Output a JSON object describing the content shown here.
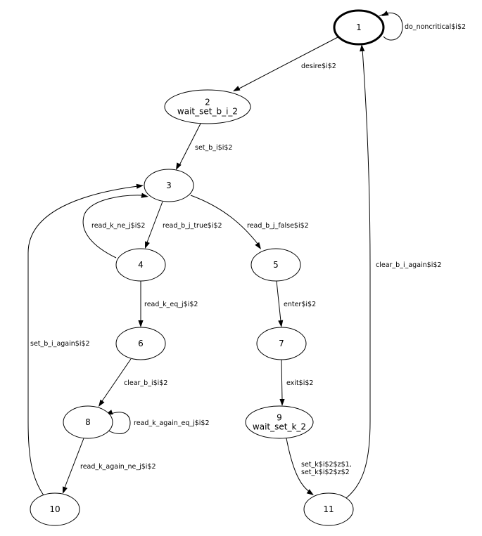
{
  "diagram": {
    "nodes": [
      {
        "id": "1",
        "lines": [
          "1"
        ],
        "initial": true
      },
      {
        "id": "2",
        "lines": [
          "2",
          "wait_set_b_i_2"
        ]
      },
      {
        "id": "3",
        "lines": [
          "3"
        ]
      },
      {
        "id": "4",
        "lines": [
          "4"
        ]
      },
      {
        "id": "5",
        "lines": [
          "5"
        ]
      },
      {
        "id": "6",
        "lines": [
          "6"
        ]
      },
      {
        "id": "7",
        "lines": [
          "7"
        ]
      },
      {
        "id": "8",
        "lines": [
          "8"
        ]
      },
      {
        "id": "9",
        "lines": [
          "9",
          "wait_set_k_2"
        ]
      },
      {
        "id": "10",
        "lines": [
          "10"
        ]
      },
      {
        "id": "11",
        "lines": [
          "11"
        ]
      }
    ],
    "edges": [
      {
        "from": "1",
        "to": "1",
        "label": [
          "do_noncritical$i$2"
        ]
      },
      {
        "from": "1",
        "to": "2",
        "label": [
          "desire$i$2"
        ]
      },
      {
        "from": "2",
        "to": "3",
        "label": [
          "set_b_i$i$2"
        ]
      },
      {
        "from": "3",
        "to": "4",
        "label": [
          "read_b_j_true$i$2"
        ]
      },
      {
        "from": "4",
        "to": "3",
        "label": [
          "read_k_ne_j$i$2"
        ]
      },
      {
        "from": "3",
        "to": "5",
        "label": [
          "read_b_j_false$i$2"
        ]
      },
      {
        "from": "4",
        "to": "6",
        "label": [
          "read_k_eq_j$i$2"
        ]
      },
      {
        "from": "5",
        "to": "7",
        "label": [
          "enter$i$2"
        ]
      },
      {
        "from": "6",
        "to": "8",
        "label": [
          "clear_b_i$i$2"
        ]
      },
      {
        "from": "8",
        "to": "8",
        "label": [
          "read_k_again_eq_j$i$2"
        ]
      },
      {
        "from": "8",
        "to": "10",
        "label": [
          "read_k_again_ne_j$i$2"
        ]
      },
      {
        "from": "10",
        "to": "3",
        "label": [
          "set_b_i_again$i$2"
        ]
      },
      {
        "from": "7",
        "to": "9",
        "label": [
          "exit$i$2"
        ]
      },
      {
        "from": "9",
        "to": "11",
        "label": [
          "set_k$i$2$z$1,",
          "set_k$i$2$z$2"
        ]
      },
      {
        "from": "11",
        "to": "1",
        "label": [
          "clear_b_i_again$i$2"
        ]
      }
    ]
  }
}
